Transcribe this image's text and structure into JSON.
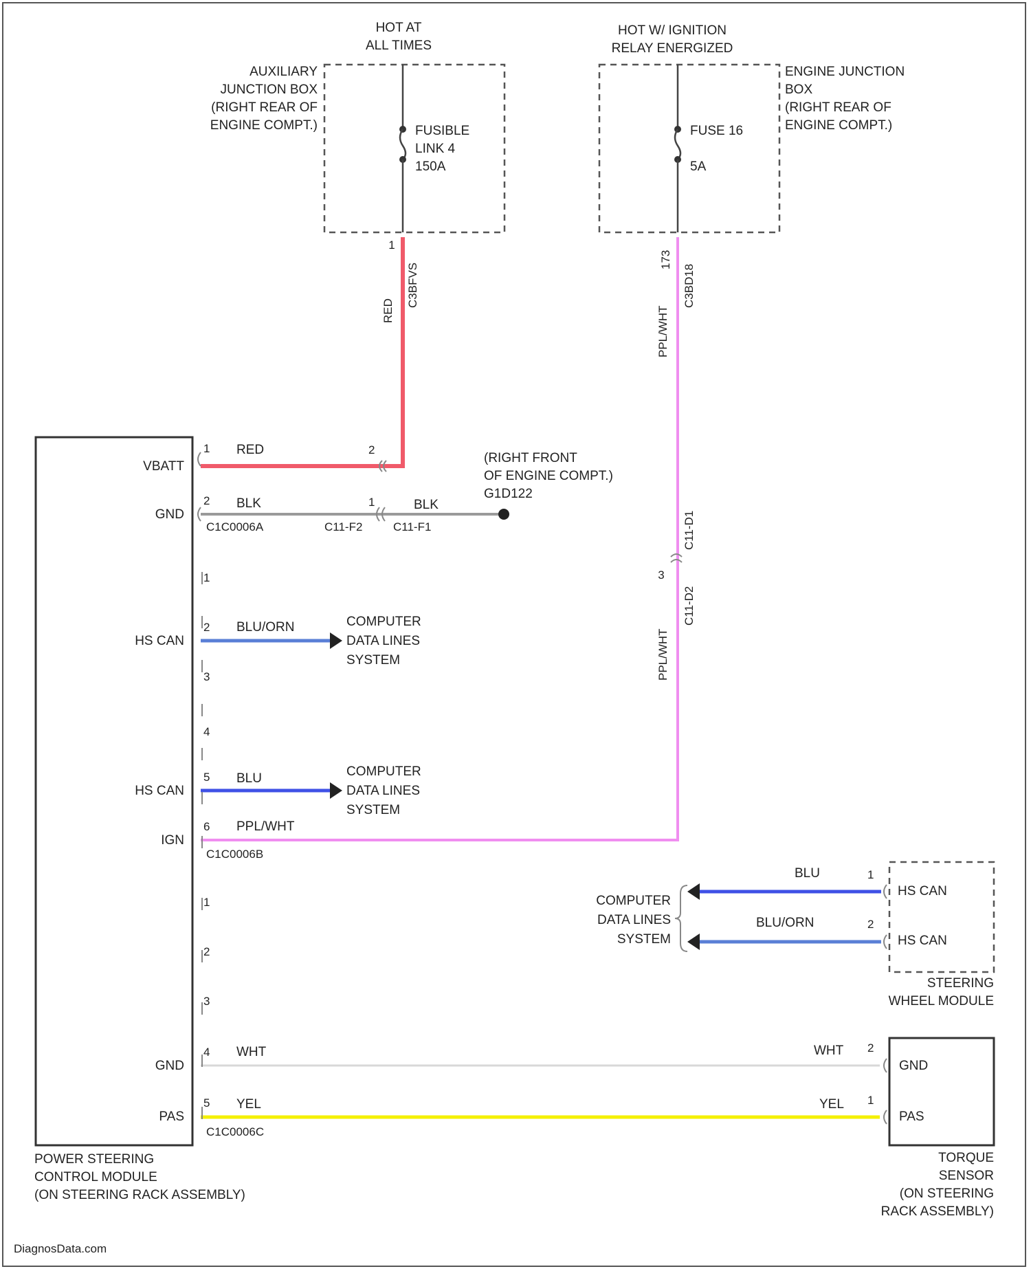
{
  "colors": {
    "red": "#f05a6a",
    "black": "#9a9a9a",
    "blue_orange": "#5a7fd6",
    "blue": "#3f51e6",
    "purple_white": "#f08ef0",
    "white": "#d8d8d8",
    "yellow": "#f4f000"
  },
  "power": {
    "hot_at_all_times": [
      "HOT AT",
      "ALL TIMES"
    ],
    "hot_ignition": [
      "HOT W/ IGNITION",
      "RELAY ENERGIZED"
    ]
  },
  "aux_box": {
    "label": [
      "AUXILIARY",
      "JUNCTION BOX",
      "(RIGHT REAR OF",
      "ENGINE COMPT.)"
    ],
    "fuse": [
      "FUSIBLE",
      "LINK 4",
      "150A"
    ],
    "pin": "1",
    "connector": "C3BFVS",
    "wire": "RED"
  },
  "engine_box": {
    "label": [
      "ENGINE JUNCTION",
      "BOX",
      "(RIGHT REAR OF",
      "ENGINE COMPT.)"
    ],
    "fuse": [
      "FUSE 16",
      "5A"
    ],
    "pin": "173",
    "connector": "C3BD18",
    "wire": "PPL/WHT"
  },
  "pscm": {
    "label": [
      "POWER STEERING",
      "CONTROL MODULE",
      "(ON STEERING RACK ASSEMBLY)"
    ],
    "pins": {
      "vbatt": {
        "name": "VBATT",
        "pin": "1",
        "wire": "RED"
      },
      "gnd": {
        "name": "GND",
        "pin": "2",
        "wire": "BLK"
      },
      "conn_a": "C1C0006A",
      "b1": "1",
      "hs_can_1": {
        "name": "HS CAN",
        "pin": "2",
        "wire": "BLU/ORN"
      },
      "b3": "3",
      "b4": "4",
      "hs_can_2": {
        "name": "HS CAN",
        "pin": "5",
        "wire": "BLU"
      },
      "ign": {
        "name": "IGN",
        "pin": "6",
        "wire": "PPL/WHT"
      },
      "conn_b": "C1C0006B",
      "c1": "1",
      "c2": "2",
      "c3": "3",
      "gnd2": {
        "name": "GND",
        "pin": "4",
        "wire": "WHT"
      },
      "pas": {
        "name": "PAS",
        "pin": "5",
        "wire": "YEL"
      },
      "conn_c": "C1C0006C"
    }
  },
  "inline": {
    "vbatt_pin": "2",
    "gnd_pin_left": "1",
    "gnd_wire_right": "BLK",
    "c11_f2": "C11-F2",
    "c11_f1": "C11-F1",
    "ign_pin": "3",
    "c11_d1": "C11-D1",
    "c11_d2": "C11-D2",
    "ign_wire_lower": "PPL/WHT"
  },
  "ground": {
    "label": [
      "(RIGHT FRONT",
      "OF ENGINE COMPT.)"
    ],
    "id": "G1D122"
  },
  "data_lines": {
    "label": [
      "COMPUTER",
      "DATA LINES",
      "SYSTEM"
    ]
  },
  "steering_wheel_module": {
    "label": [
      "STEERING",
      "WHEEL MODULE"
    ],
    "pin1": {
      "name": "HS CAN",
      "pin": "1",
      "wire": "BLU"
    },
    "pin2": {
      "name": "HS CAN",
      "pin": "2",
      "wire": "BLU/ORN"
    }
  },
  "torque_sensor": {
    "label": [
      "TORQUE",
      "SENSOR",
      "(ON STEERING",
      "RACK ASSEMBLY)"
    ],
    "gnd": {
      "name": "GND",
      "pin": "2",
      "wire": "WHT"
    },
    "pas": {
      "name": "PAS",
      "pin": "1",
      "wire": "YEL"
    }
  },
  "footer": "DiagnosData.com"
}
